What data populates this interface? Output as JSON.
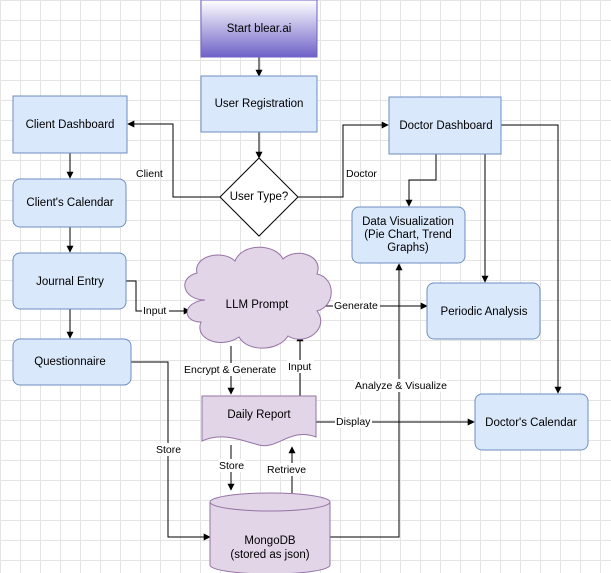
{
  "nodes": {
    "start": "Start blear.ai",
    "user_registration": "User Registration",
    "user_type": "User Type?",
    "client_dashboard": "Client Dashboard",
    "clients_calendar": "Client's Calendar",
    "journal_entry": "Journal Entry",
    "questionnaire": "Questionnaire",
    "doctor_dashboard": "Doctor Dashboard",
    "data_visualization": [
      "Data Visualization",
      "(Pie Chart, Trend",
      "Graphs)"
    ],
    "periodic_analysis": "Periodic Analysis",
    "doctors_calendar": "Doctor's Calendar",
    "llm_prompt": "LLM Prompt",
    "daily_report": "Daily Report",
    "mongodb": [
      "MongoDB",
      "(stored as json)"
    ]
  },
  "edge_labels": {
    "client": "Client",
    "doctor": "Doctor",
    "input_from_journal": "Input",
    "generate": "Generate",
    "encrypt_generate": "Encrypt & Generate",
    "input_to_llm": "Input",
    "analyze_visualize": "Analyze & Visualize",
    "display": "Display",
    "store_questionnaire": "Store",
    "store_report": "Store",
    "retrieve": "Retrieve"
  },
  "colors": {
    "box_fill": "#dae8fc",
    "box_stroke": "#6c8ebf",
    "purple_fill": "#e1d5e7",
    "purple_stroke": "#9673a6",
    "start_gradient_top": "#ffffff",
    "start_gradient_bottom": "#6e62c8",
    "decision_fill": "#ffffff",
    "edge": "#000000"
  }
}
